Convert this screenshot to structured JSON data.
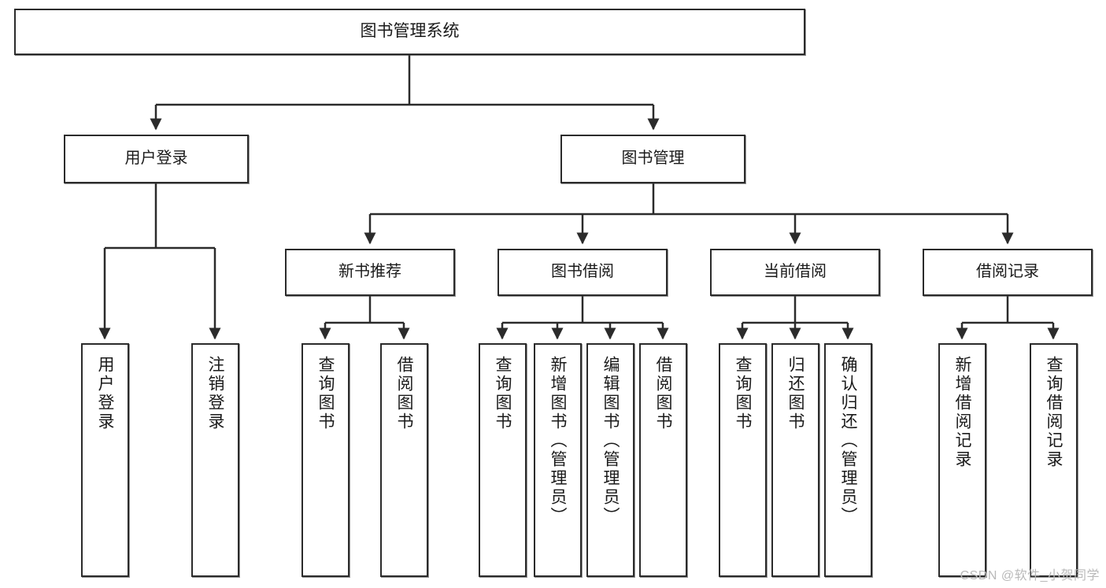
{
  "diagram": {
    "title": "图书管理系统",
    "type": "tree-hierarchy",
    "line_color": "#2b2b2b",
    "box_fill": "#ffffff",
    "text_color": "#1a1a1a",
    "watermark": "CSDN @软件_小贺同学",
    "levels": {
      "root": {
        "label": "图书管理系统"
      },
      "level2": [
        {
          "label": "用户登录"
        },
        {
          "label": "图书管理"
        }
      ],
      "level3": [
        {
          "label": "新书推荐"
        },
        {
          "label": "图书借阅"
        },
        {
          "label": "当前借阅"
        },
        {
          "label": "借阅记录"
        }
      ],
      "leaves": [
        {
          "label": "用户登录",
          "parent": "用户登录"
        },
        {
          "label": "注销登录",
          "parent": "用户登录"
        },
        {
          "label": "查询图书",
          "parent": "新书推荐"
        },
        {
          "label": "借阅图书",
          "parent": "新书推荐"
        },
        {
          "label": "查询图书",
          "parent": "图书借阅"
        },
        {
          "label": "新增图书（管理员）",
          "parent": "图书借阅"
        },
        {
          "label": "编辑图书（管理员）",
          "parent": "图书借阅"
        },
        {
          "label": "借阅图书",
          "parent": "图书借阅"
        },
        {
          "label": "查询图书",
          "parent": "当前借阅"
        },
        {
          "label": "归还图书",
          "parent": "当前借阅"
        },
        {
          "label": "确认归还（管理员）",
          "parent": "当前借阅"
        },
        {
          "label": "新增借阅记录",
          "parent": "借阅记录"
        },
        {
          "label": "查询借阅记录",
          "parent": "借阅记录"
        }
      ]
    }
  }
}
